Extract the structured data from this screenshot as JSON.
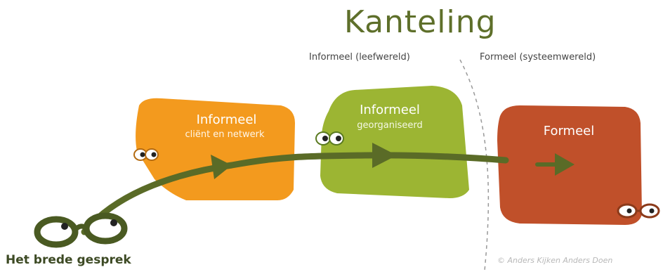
{
  "title": "Kanteling",
  "sections": {
    "left": "Informeel (leefwereld)",
    "right": "Formeel (systeemwereld)"
  },
  "blocks": {
    "orange": {
      "title": "Informeel",
      "subtitle": "cliënt en netwerk",
      "color": "#f39a1e"
    },
    "green": {
      "title": "Informeel",
      "subtitle": "georganiseerd",
      "color": "#9cb533"
    },
    "red": {
      "title": "Formeel",
      "color": "#c0502a"
    }
  },
  "bottom_label": "Het brede gesprek",
  "copyright": "© Anders Kijken Anders Doen",
  "colors": {
    "path": "#5a6b27",
    "title": "#5e6f2a"
  }
}
